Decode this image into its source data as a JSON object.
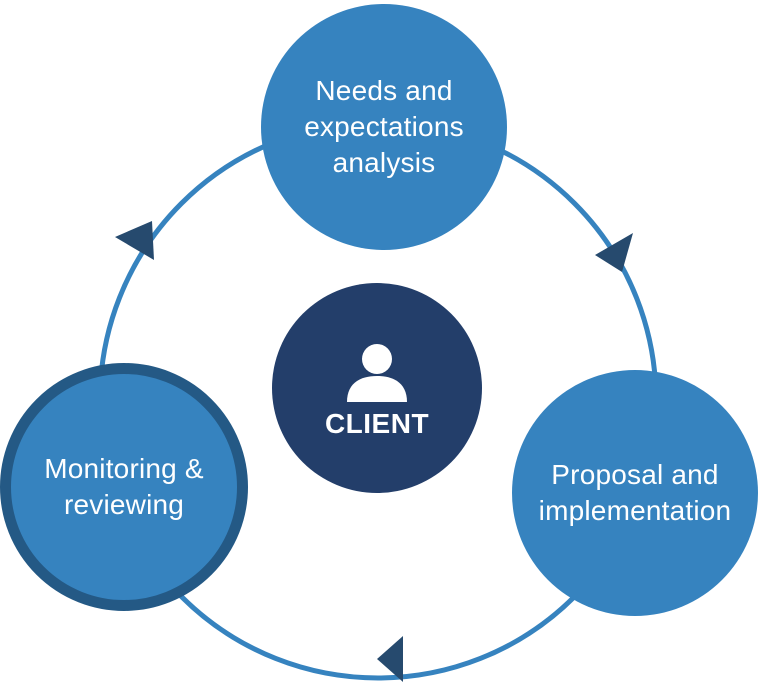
{
  "diagram": {
    "nodes": {
      "top": {
        "label": "Needs and expectations analysis"
      },
      "right": {
        "label": "Proposal and implementation"
      },
      "left": {
        "label": "Monitoring & reviewing"
      },
      "center": {
        "label": "CLIENT",
        "icon": "person-icon"
      }
    },
    "colors": {
      "cycle_node": "#3683bf",
      "center_node": "#233e6a",
      "highlight_border": "#245985",
      "ring": "#3683bf",
      "arrow": "#264a6e"
    },
    "cycle_direction": "clockwise"
  }
}
